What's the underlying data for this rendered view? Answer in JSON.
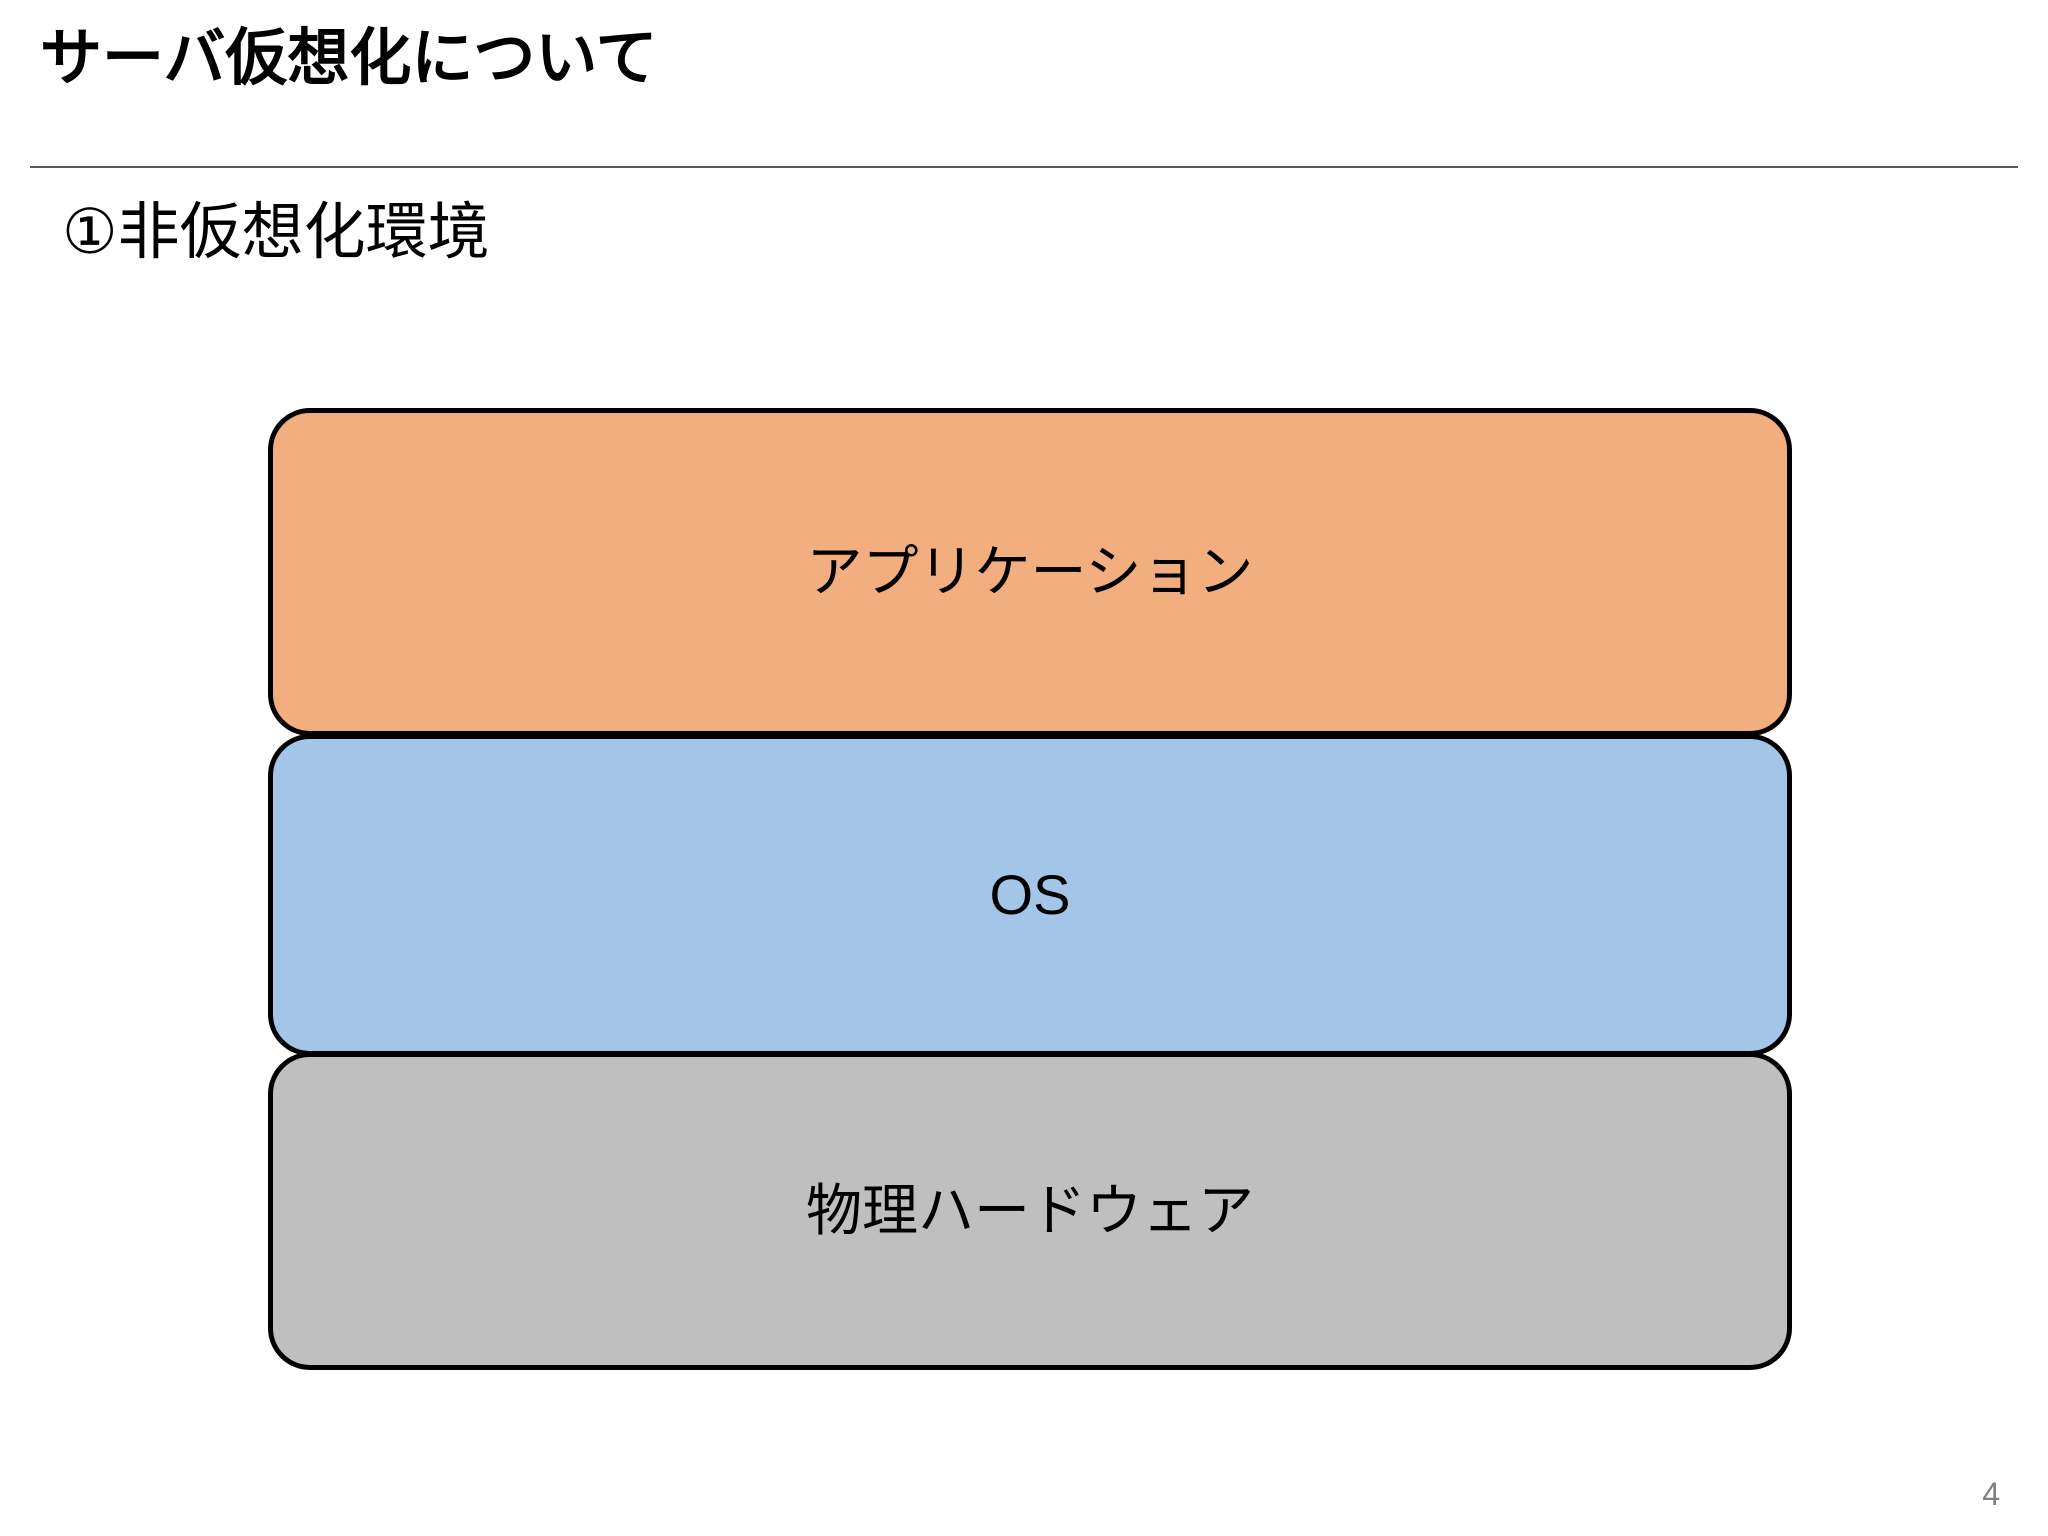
{
  "slide": {
    "title": "サーバ仮想化について",
    "subtitle": "①非仮想化環境",
    "page_number": "4",
    "colors": {
      "application_fill": "#F2AE7F",
      "os_fill": "#A3C6E8",
      "hardware_fill": "#BFBFBF",
      "box_border": "#000000",
      "rule": "#595959",
      "page_number": "#808080",
      "background": "#FFFFFF"
    }
  },
  "diagram": {
    "name": "non-virtualized-environment-stack",
    "layers": [
      {
        "id": "application",
        "label": "アプリケーション"
      },
      {
        "id": "os",
        "label": "OS"
      },
      {
        "id": "hardware",
        "label": "物理ハードウェア"
      }
    ]
  }
}
